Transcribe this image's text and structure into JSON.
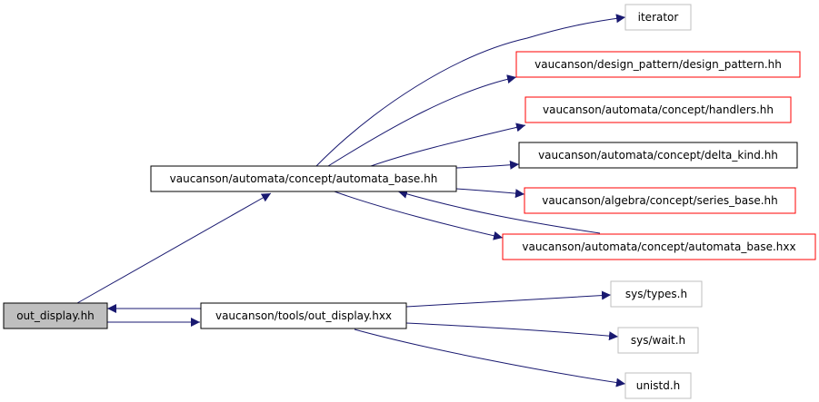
{
  "colors": {
    "edge": "#191970",
    "border_normal": "#000000",
    "border_external": "#bfbfbf",
    "border_truncated": "#ff0000",
    "fill_focus": "#bfbfbf",
    "fill_default": "#ffffff"
  },
  "nodes": {
    "out_display_hh": "out_display.hh",
    "automata_base_hh": "vaucanson/automata/concept/automata_base.hh",
    "out_display_hxx": "vaucanson/tools/out_display.hxx",
    "iterator": "iterator",
    "design_pattern_hh": "vaucanson/design_pattern/design_pattern.hh",
    "handlers_hh": "vaucanson/automata/concept/handlers.hh",
    "delta_kind_hh": "vaucanson/automata/concept/delta_kind.hh",
    "series_base_hh": "vaucanson/algebra/concept/series_base.hh",
    "automata_base_hxx": "vaucanson/automata/concept/automata_base.hxx",
    "sys_types_h": "sys/types.h",
    "sys_wait_h": "sys/wait.h",
    "unistd_h": "unistd.h"
  }
}
